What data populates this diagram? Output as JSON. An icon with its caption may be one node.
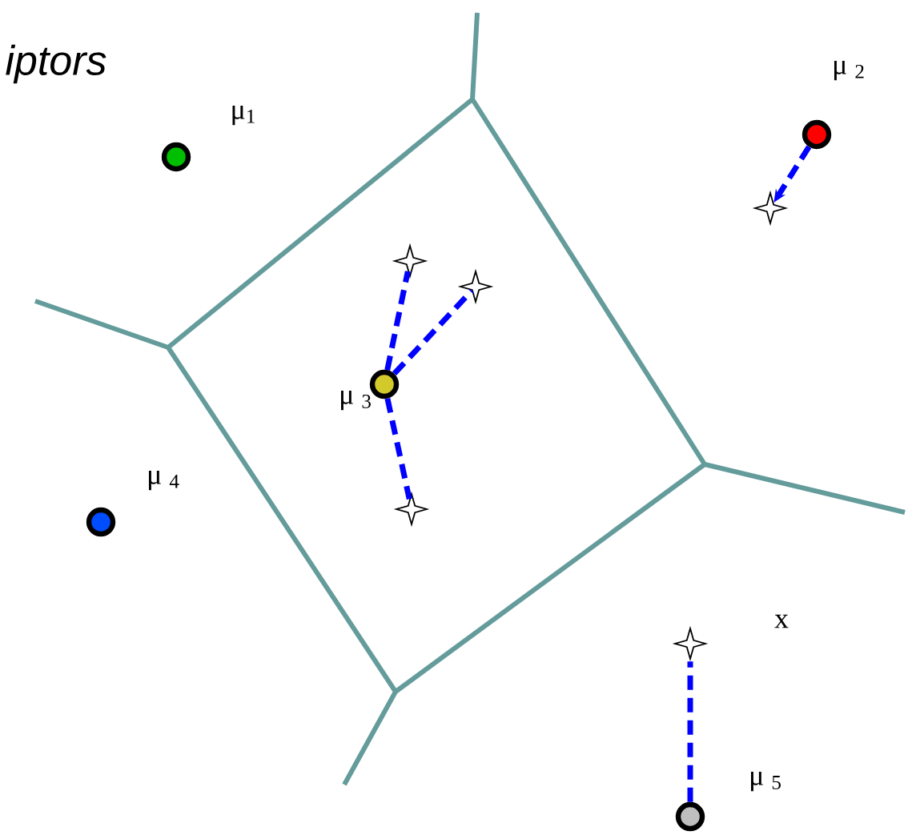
{
  "diagram": {
    "nodes": [
      {
        "text": [],
        "shape": "circle",
        "beside": [
          "μ$_{1}$"
        ]
      },
      {
        "text": [],
        "shape": "circle",
        "beside": [
          "μ $_{2}$"
        ]
      },
      {
        "text": [],
        "shape": "star"
      },
      {
        "text": [],
        "shape": "star"
      },
      {
        "text": [],
        "shape": "star"
      },
      {
        "text": [],
        "shape": "circle",
        "beside": [
          "μ $_{3}$"
        ]
      },
      {
        "text": [],
        "shape": "star"
      },
      {
        "text": [],
        "shape": "circle",
        "beside": [
          "μ $_{4}$"
        ]
      },
      {
        "text": [],
        "shape": "star",
        "beside": [
          "x"
        ]
      },
      {
        "text": [],
        "shape": "circle",
        "beside": [
          "μ $_{5}$"
        ]
      }
    ],
    "edges": [
      {
        "from": 1,
        "to": 2,
        "arrow": "to",
        "style": "dashed"
      },
      {
        "from": 5,
        "to": 3,
        "arrow": "none",
        "style": "dashed"
      },
      {
        "from": 5,
        "to": 4,
        "arrow": "none",
        "style": "dashed"
      },
      {
        "from": 5,
        "to": 6,
        "arrow": "none",
        "style": "dashed"
      },
      {
        "from": 9,
        "to": 8,
        "arrow": "none",
        "style": "dashed"
      }
    ],
    "labels": [
      "iptors"
    ]
  }
}
